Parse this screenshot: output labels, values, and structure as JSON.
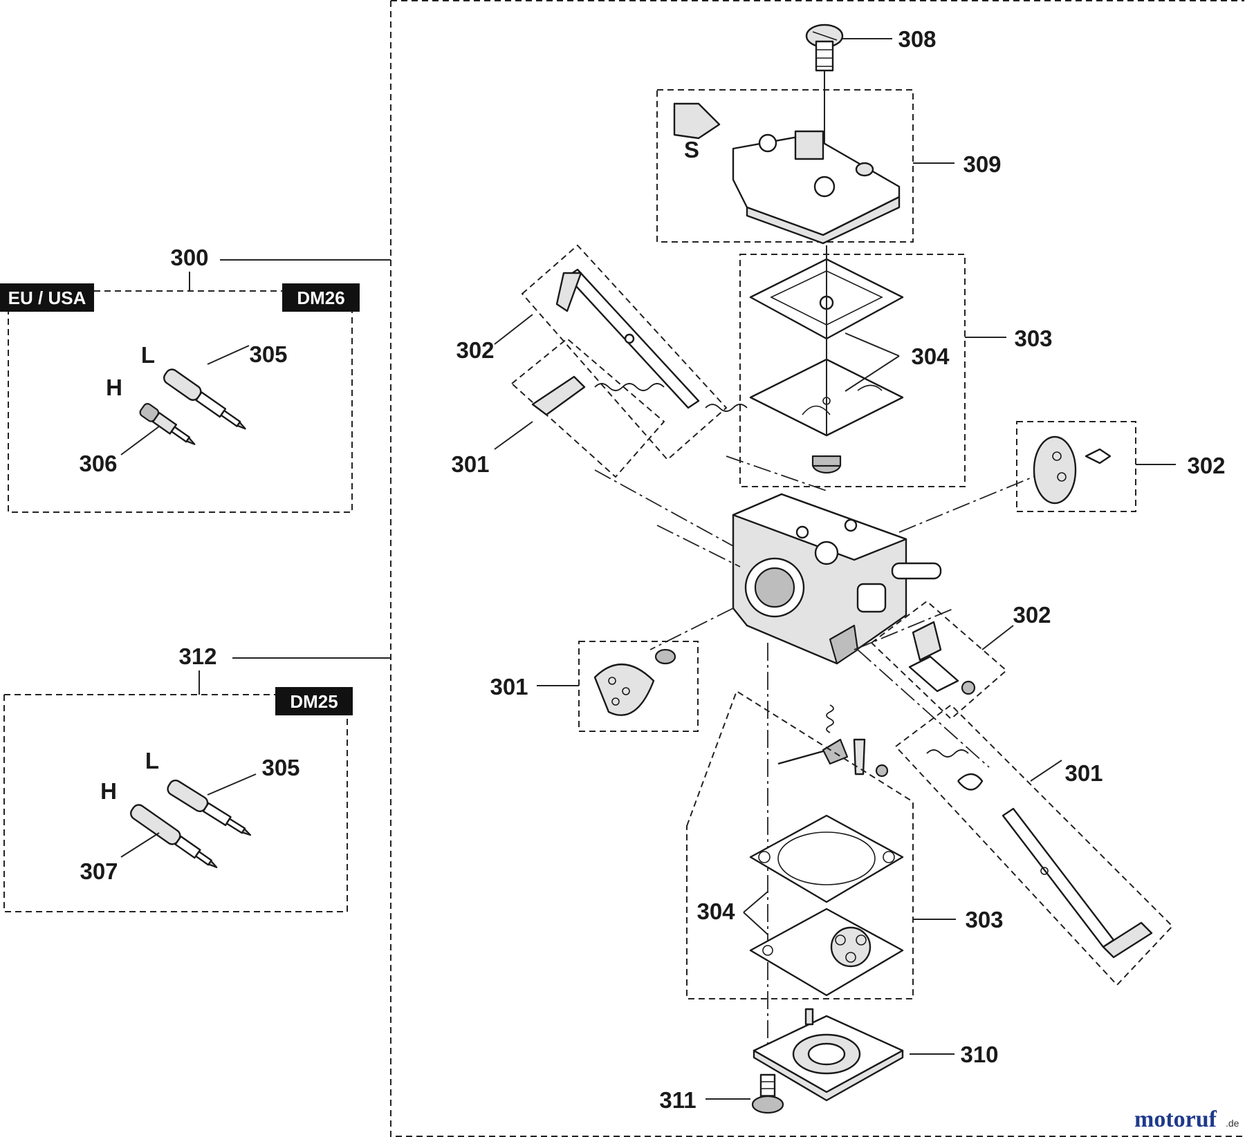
{
  "labels": {
    "p300": "300",
    "p312": "312",
    "p308": "308",
    "p309": "309",
    "p303_top": "303",
    "p304_top": "304",
    "p302_left": "302",
    "p301_left": "301",
    "p302_right": "302",
    "p302_mid": "302",
    "p301_mid": "301",
    "p301_lower": "301",
    "p304_lower": "304",
    "p303_lower": "303",
    "p310": "310",
    "p311": "311",
    "p305_a": "305",
    "p306": "306",
    "p305_b": "305",
    "p307": "307",
    "s_mark": "S",
    "l_a": "L",
    "h_a": "H",
    "l_b": "L",
    "h_b": "H"
  },
  "tags": {
    "eu_usa": "EU / USA",
    "dm26": "DM26",
    "dm25": "DM25"
  },
  "watermark": {
    "brand": "motoruf",
    "suffix": ".de"
  },
  "colors": {
    "line": "#1a1a1a",
    "tag_bg": "#111111",
    "watermark_m": "#1e3a8a",
    "watermark_o": "#e11d48",
    "watermark_t": "#16a34a",
    "watermark_u": "#f59e0b",
    "watermark_r": "#7c3aed",
    "watermark_f": "#0891b2"
  }
}
